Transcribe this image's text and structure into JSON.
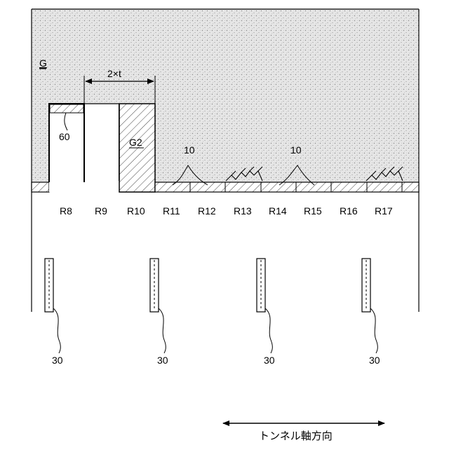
{
  "ground_label": "G",
  "dimension_label": "2×t",
  "region_g2_label": "G2",
  "ref_60": "60",
  "ref_10": [
    "10",
    "10"
  ],
  "ring_labels": [
    "R8",
    "R9",
    "R10",
    "R11",
    "R12",
    "R13",
    "R14",
    "R15",
    "R16",
    "R17"
  ],
  "ref_30": [
    "30",
    "30",
    "30",
    "30"
  ],
  "axis_label": "トンネル軸方向"
}
